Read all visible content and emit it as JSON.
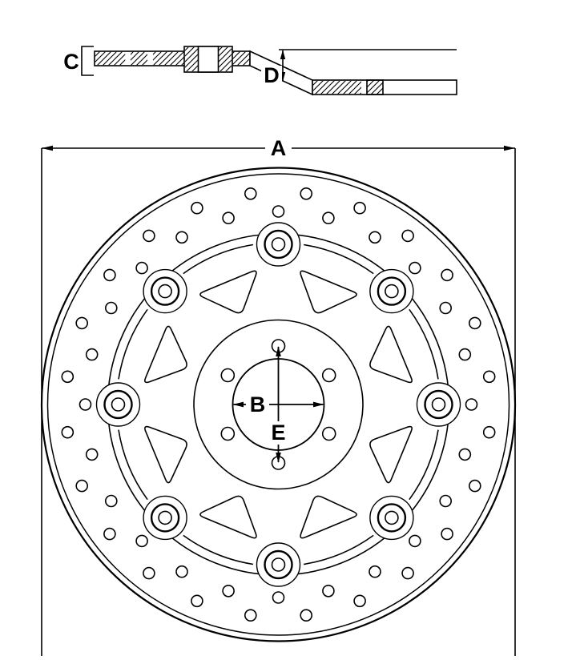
{
  "labels": {
    "outer_diameter": "A",
    "center_bore": "B",
    "thickness": "C",
    "offset": "D",
    "bolt_circle": "E"
  }
}
